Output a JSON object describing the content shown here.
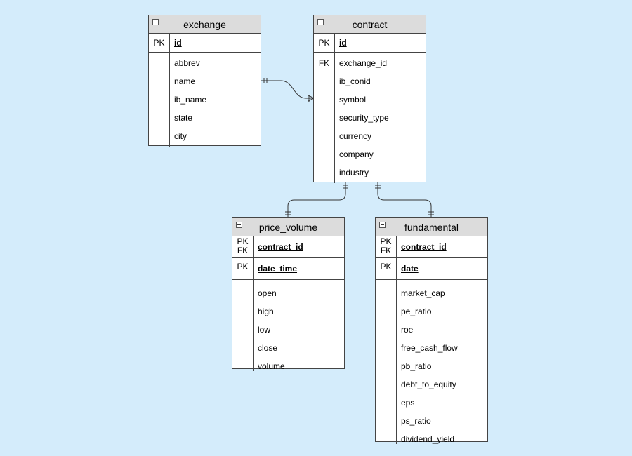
{
  "entities": {
    "exchange": {
      "title": "exchange",
      "pk": {
        "key": "PK",
        "name": "id"
      },
      "fields": [
        "abbrev",
        "name",
        "ib_name",
        "state",
        "city"
      ]
    },
    "contract": {
      "title": "contract",
      "pk": {
        "key": "PK",
        "name": "id"
      },
      "fk_key": "FK",
      "fields": [
        "exchange_id",
        "ib_conid",
        "symbol",
        "security_type",
        "currency",
        "company",
        "industry"
      ]
    },
    "price_volume": {
      "title": "price_volume",
      "pk1": {
        "key1": "PK",
        "key2": "FK",
        "name": "contract_id"
      },
      "pk2": {
        "key": "PK",
        "name": "date_time"
      },
      "fields": [
        "open",
        "high",
        "low",
        "close",
        "volume"
      ]
    },
    "fundamental": {
      "title": "fundamental",
      "pk1": {
        "key1": "PK",
        "key2": "FK",
        "name": "contract_id"
      },
      "pk2": {
        "key": "PK",
        "name": "date"
      },
      "fields": [
        "market_cap",
        "pe_ratio",
        "roe",
        "free_cash_flow",
        "pb_ratio",
        "debt_to_equity",
        "eps",
        "ps_ratio",
        "dividend_yield"
      ]
    }
  },
  "relationships": [
    {
      "from": "exchange",
      "to": "contract",
      "cardinality": "one-to-many"
    },
    {
      "from": "contract",
      "to": "price_volume",
      "cardinality": "one-to-one"
    },
    {
      "from": "contract",
      "to": "fundamental",
      "cardinality": "one-to-one"
    }
  ],
  "colors": {
    "background": "#d4ecfb",
    "header": "#dcdcdc",
    "border": "#444444"
  }
}
